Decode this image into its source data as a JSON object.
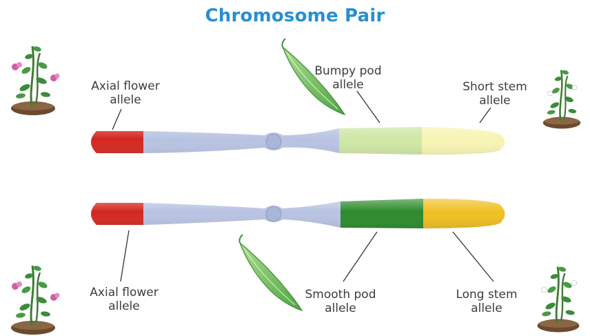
{
  "title": "Chromosome Pair",
  "labels": {
    "top_left": {
      "line1": "Axial flower",
      "line2": "allele"
    },
    "top_middle": {
      "line1": "Bumpy pod",
      "line2": "allele"
    },
    "top_right": {
      "line1": "Short stem",
      "line2": "allele"
    },
    "bottom_left": {
      "line1": "Axial flower",
      "line2": "allele"
    },
    "bottom_middle": {
      "line1": "Smooth pod",
      "line2": "allele"
    },
    "bottom_right": {
      "line1": "Long stem",
      "line2": "allele"
    }
  },
  "colors": {
    "title": "#2a8fd0",
    "axial_flower": "#d3261f",
    "chromosome_body": "#b8c3e2",
    "bumpy_pod": "#cfe6a4",
    "short_stem": "#f7f4b3",
    "smooth_pod": "#2b8a2b",
    "long_stem": "#efbf22",
    "pea_pod": "#7cc46a"
  }
}
